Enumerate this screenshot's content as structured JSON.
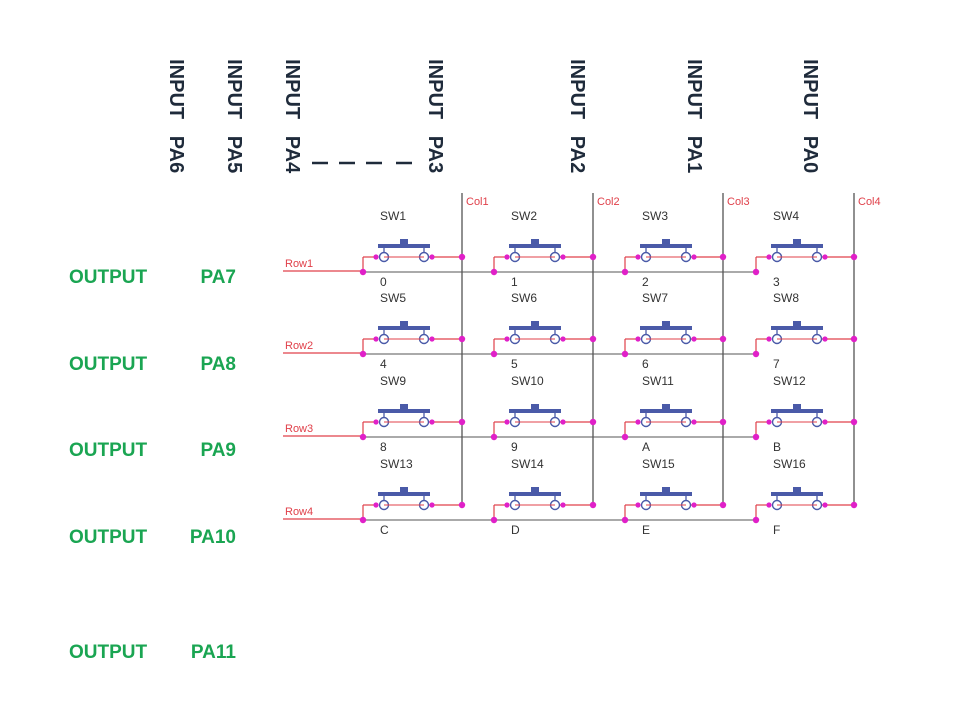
{
  "top_inputs": [
    {
      "word": "INPUT",
      "pin": "PA6"
    },
    {
      "word": "INPUT",
      "pin": "PA5"
    },
    {
      "word": "INPUT",
      "pin": "PA4"
    },
    {
      "word": "INPUT",
      "pin": "PA3"
    },
    {
      "word": "INPUT",
      "pin": "PA2"
    },
    {
      "word": "INPUT",
      "pin": "PA1"
    },
    {
      "word": "INPUT",
      "pin": "PA0"
    }
  ],
  "left_outputs": [
    {
      "word": "OUTPUT",
      "pin": "PA7"
    },
    {
      "word": "OUTPUT",
      "pin": "PA8"
    },
    {
      "word": "OUTPUT",
      "pin": "PA9"
    },
    {
      "word": "OUTPUT",
      "pin": "PA10"
    },
    {
      "word": "OUTPUT",
      "pin": "PA11"
    }
  ],
  "schematic": {
    "columns": [
      "Col1",
      "Col2",
      "Col3",
      "Col4"
    ],
    "rows": [
      "Row1",
      "Row2",
      "Row3",
      "Row4"
    ],
    "switch_names": [
      "SW1",
      "SW2",
      "SW3",
      "SW4",
      "SW5",
      "SW6",
      "SW7",
      "SW8",
      "SW9",
      "SW10",
      "SW11",
      "SW12",
      "SW13",
      "SW14",
      "SW15",
      "SW16"
    ],
    "key_labels": [
      "0",
      "1",
      "2",
      "3",
      "4",
      "5",
      "6",
      "7",
      "8",
      "9",
      "A",
      "B",
      "C",
      "D",
      "E",
      "F"
    ]
  },
  "colors": {
    "wire": "#e0404a",
    "trace": "#555555",
    "junction": "#e020c8",
    "switch": "#4a5aa8",
    "output_text": "#1aa552",
    "input_text": "#1f2b3b"
  }
}
